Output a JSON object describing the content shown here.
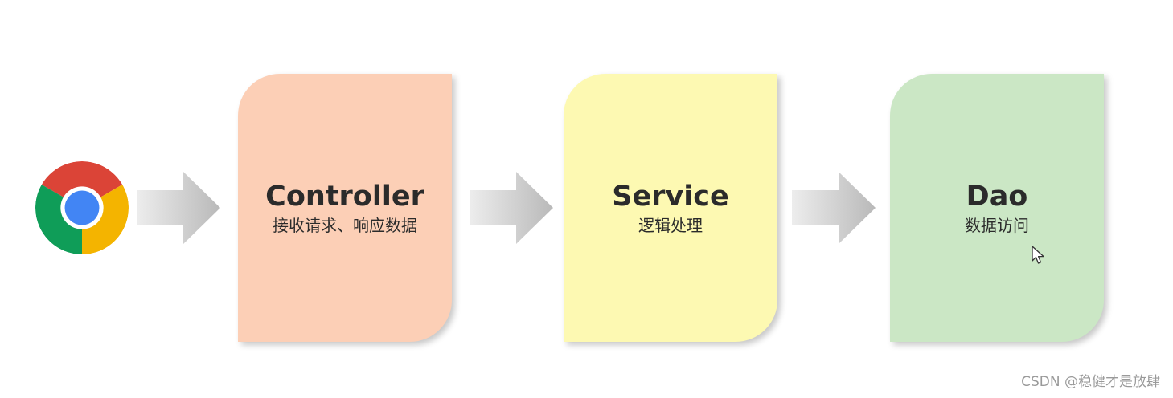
{
  "icons": {
    "browser": "chrome-browser-icon",
    "arrow": "right-arrow-icon",
    "cursor": "mouse-pointer-icon"
  },
  "layers": [
    {
      "title": "Controller",
      "subtitle": "接收请求、响应数据",
      "color": "#fccfb6"
    },
    {
      "title": "Service",
      "subtitle": "逻辑处理",
      "color": "#fdf9b2"
    },
    {
      "title": "Dao",
      "subtitle": "数据访问",
      "color": "#cbe7c5"
    }
  ],
  "watermark": "CSDN @稳健才是放肆"
}
